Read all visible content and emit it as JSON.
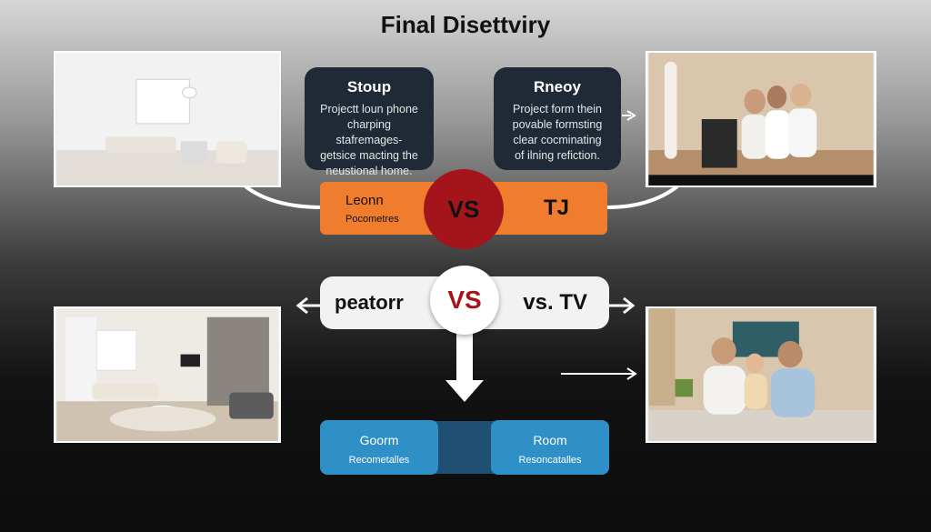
{
  "title": "Final Disettviry",
  "top": {
    "left_card": {
      "heading": "Stoup",
      "lines": [
        "Projectt loun phone",
        "charping stafremages-",
        "getsice macting the",
        "neustional home."
      ]
    },
    "right_card": {
      "heading": "Rneoy",
      "lines": [
        "Project form thein",
        "povable formsting",
        "clear cocminating",
        "of ilning refiction."
      ]
    },
    "bar": {
      "left_title": "Leonn",
      "left_sub": "Pocometres",
      "vs": "VS",
      "right_title": "TJ"
    }
  },
  "middle": {
    "left_label": "peatorr",
    "vs": "VS",
    "right_label": "vs. TV"
  },
  "bottom": {
    "left": {
      "title": "Goorm",
      "sub": "Recometalles"
    },
    "right": {
      "title": "Room",
      "sub": "Resoncatalles"
    }
  },
  "colors": {
    "orange": "#ef7d2d",
    "red": "#a3151b",
    "blue": "#2f8fc7",
    "dark_card": "#1f2a36"
  }
}
